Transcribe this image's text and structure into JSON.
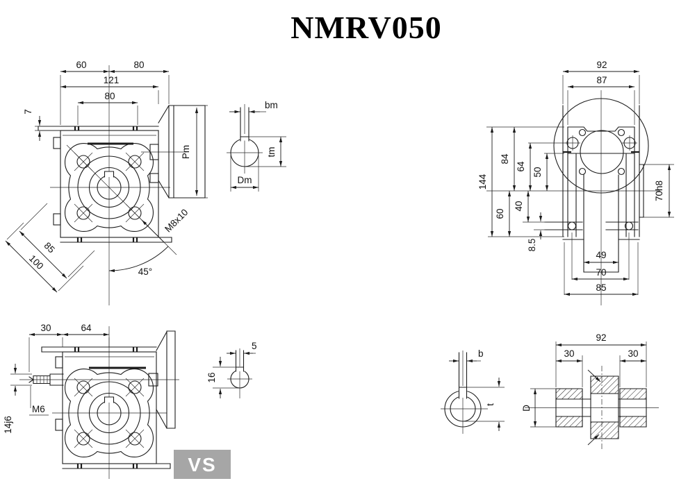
{
  "title": "NMRV050",
  "colors": {
    "line": "#1b1b1b",
    "badge_bg": "#a6a6a6",
    "badge_text": "#ffffff"
  },
  "front_view": {
    "width_left": "60",
    "width_right": "80",
    "width_total": "121",
    "bolt_span": "80",
    "plate_thickness": "7",
    "flange_diameter": "Pm",
    "bolt_diag": "85",
    "corner_diag": "100",
    "tapped_hole": "M8x10",
    "angle": "45°"
  },
  "motor_shaft_section": {
    "key_width": "bm",
    "key_depth": "tm",
    "bore_diameter": "Dm"
  },
  "rear_view": {
    "width_overall": "92",
    "width_face": "87",
    "height_overall": "144",
    "top_to_axis": "84",
    "screws_to_axis": "64",
    "plate_to_axis": "50",
    "axis_to_bolt": "40",
    "axis_to_base": "60",
    "pad_thickness": "8.5",
    "spigot": "70h8",
    "worm_width": "49",
    "bolt_span": "70",
    "base_width": "85"
  },
  "side_view": {
    "shaft_length": "30",
    "shaft_to_center": "64",
    "shaft_diameter": "14j6",
    "tapped_end": "M6"
  },
  "worm_shaft_section": {
    "key_width": "5",
    "key_depth": "16"
  },
  "output_bore_section": {
    "key_width": "b",
    "key_depth": "t"
  },
  "hollow_shaft": {
    "length": "92",
    "end_left": "30",
    "end_right": "30",
    "diameter": "D"
  },
  "badge": {
    "label": "VS"
  }
}
